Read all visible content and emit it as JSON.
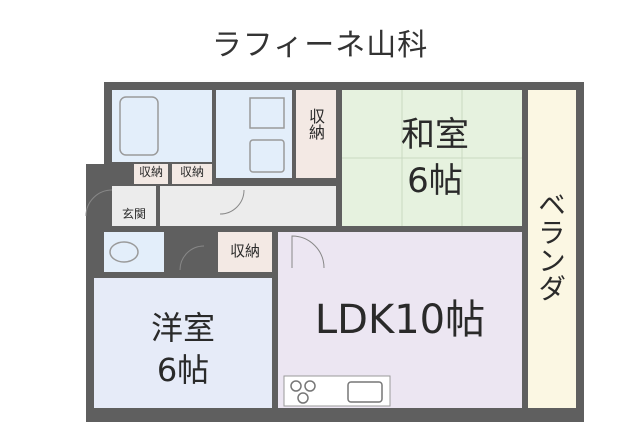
{
  "title": "ラフィーネ山科",
  "rooms": {
    "washitsu": {
      "name": "和室",
      "size": "6帖"
    },
    "ldk": {
      "label": "LDK10帖"
    },
    "youshitsu": {
      "name": "洋室",
      "size": "6帖"
    },
    "balcony": {
      "label": "ベランダ"
    },
    "entrance": {
      "label": "玄関"
    }
  },
  "storage": {
    "label": "収納"
  },
  "colors": {
    "wall": "#5f5f5f",
    "washitsu": "#e6f2df",
    "ldk": "#ece6f2",
    "youshitsu": "#e6ebf8",
    "balcony": "#fbf7e3",
    "wet_area": "#e3eefa",
    "corridor": "#ececec",
    "storage": "#f3e9e4"
  }
}
